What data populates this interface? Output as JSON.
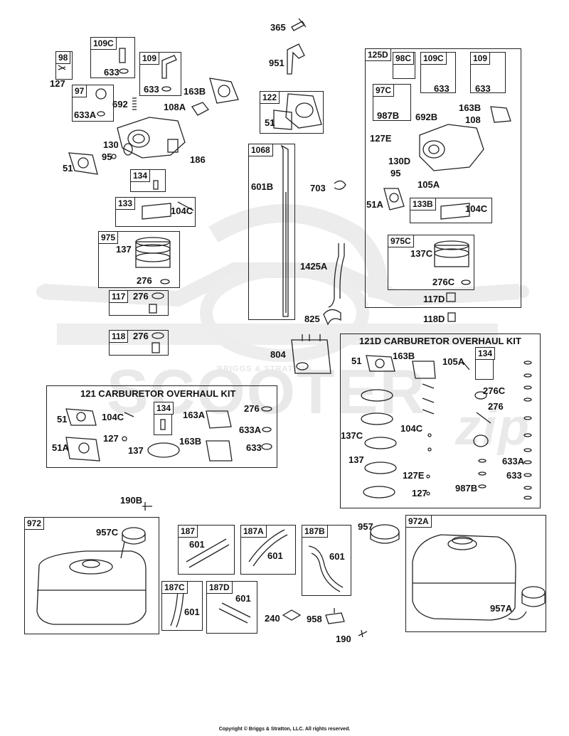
{
  "watermark": {
    "word": "SCOOTER",
    "script": "zip",
    "band": "BRIGGS & STRATTON"
  },
  "copyright": "Copyright © Briggs & Stratton, LLC. All rights reserved.",
  "kits": {
    "kit_121": "121 CARBURETOR OVERHAUL KIT",
    "kit_121d": "121D CARBURETOR OVERHAUL KIT"
  },
  "boxes": {
    "b109c": "109C",
    "b98": "98",
    "b109": "109",
    "b97": "97",
    "b134": "134",
    "b133": "133",
    "b975": "975",
    "b117": "117",
    "b118": "118",
    "b122": "122",
    "b1068": "1068",
    "b125d": "125D",
    "b98c": "98C",
    "b109c_r": "109C",
    "b109_r": "109",
    "b97c": "97C",
    "b133b": "133B",
    "b975c": "975C",
    "b134_kit121": "134",
    "b134_kit121d": "134",
    "b972": "972",
    "b187": "187",
    "b187a": "187A",
    "b187b": "187B",
    "b187c": "187C",
    "b187d": "187D",
    "b972a": "972A"
  },
  "labels": {
    "l365": "365",
    "l951": "951",
    "l633_a": "633",
    "l127": "127",
    "l633_b": "633",
    "l163b": "163B",
    "l692": "692",
    "l108a": "108A",
    "l633a": "633A",
    "l130": "130",
    "l95": "95",
    "l186": "186",
    "l51": "51",
    "l104c": "104C",
    "l137": "137",
    "l276": "276",
    "l276_117": "276",
    "l276_118": "276",
    "l51_122": "51",
    "l601b": "601B",
    "l703": "703",
    "l1425a": "1425A",
    "l825": "825",
    "l804": "804",
    "l633_r1": "633",
    "l633_r2": "633",
    "l163b_r": "163B",
    "l987b": "987B",
    "l692b": "692B",
    "l108_r": "108",
    "l127e": "127E",
    "l130d": "130D",
    "l95_r": "95",
    "l105a": "105A",
    "l51a": "51A",
    "l104c_r": "104C",
    "l137c": "137C",
    "l276c": "276C",
    "l117d": "117D",
    "l118d": "118D",
    "k1_51": "51",
    "k1_104c": "104C",
    "k1_163a": "163A",
    "k1_276": "276",
    "k1_633a": "633A",
    "k1_51a": "51A",
    "k1_127": "127",
    "k1_137": "137",
    "k1_163b": "163B",
    "k1_633": "633",
    "k2_51": "51",
    "k2_163b": "163B",
    "k2_105a": "105A",
    "k2_276c": "276C",
    "k2_276": "276",
    "k2_137c": "137C",
    "k2_104c": "104C",
    "k2_137": "137",
    "k2_633a": "633A",
    "k2_633": "633",
    "k2_127e": "127E",
    "k2_987b": "987B",
    "k2_127": "127",
    "l190b": "190B",
    "l957c": "957C",
    "l601_187": "601",
    "l601_187a": "601",
    "l601_187b": "601",
    "l957": "957",
    "l601_187c": "601",
    "l601_187d": "601",
    "l240": "240",
    "l958": "958",
    "l190": "190",
    "l957a": "957A"
  },
  "colors": {
    "line": "#222222",
    "watermark": "#e6e6e6"
  }
}
